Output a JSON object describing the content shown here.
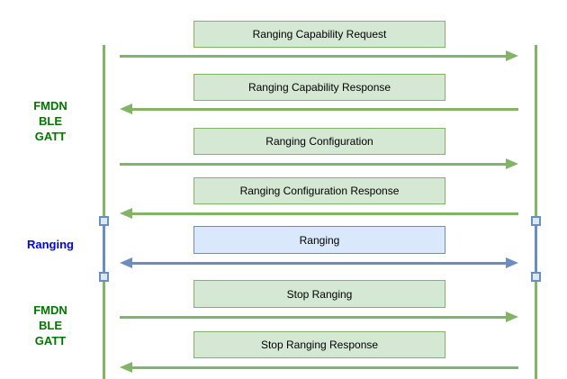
{
  "diagram": {
    "kind": "sequence-diagram",
    "lifelines": {
      "count": 2,
      "has_ranging_segment": true
    }
  },
  "colors": {
    "green_fill": "#d5e8d4",
    "green_stroke": "#82b366",
    "blue_fill": "#dae8fc",
    "blue_stroke": "#6c8ebf",
    "green_text": "#007700",
    "blue_text": "#0000ff",
    "message_text": "#000000",
    "background": "#ffffff"
  },
  "phases": [
    {
      "id": "fmdn-ble-gatt-top",
      "color": "green",
      "lines": [
        "FMDN",
        "BLE",
        "GATT"
      ]
    },
    {
      "id": "ranging",
      "color": "blue",
      "lines": [
        "Ranging"
      ]
    },
    {
      "id": "fmdn-ble-gatt-bottom",
      "color": "green",
      "lines": [
        "FMDN",
        "BLE",
        "GATT"
      ]
    }
  ],
  "messages": [
    {
      "label": "Ranging Capability Request",
      "direction": "right",
      "style": "green"
    },
    {
      "label": "Ranging Capability Response",
      "direction": "left",
      "style": "green"
    },
    {
      "label": "Ranging Configuration",
      "direction": "right",
      "style": "green"
    },
    {
      "label": "Ranging Configuration Response",
      "direction": "left",
      "style": "green"
    },
    {
      "label": "Ranging",
      "direction": "both",
      "style": "blue"
    },
    {
      "label": "Stop Ranging",
      "direction": "right",
      "style": "green"
    },
    {
      "label": "Stop Ranging Response",
      "direction": "left",
      "style": "green"
    }
  ]
}
